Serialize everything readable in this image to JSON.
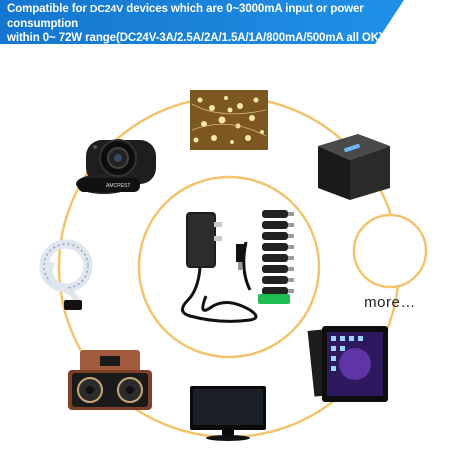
{
  "banner": {
    "line1_a": "Compatible for ",
    "line1_b": "DC24V",
    "line1_c": " devices which are 0~3000mA input or power consumption",
    "line2_a": "within 0~ 72W range(DC24V-3A/2.5A/2A/1.5A/1A/800mA/500mA all OK)"
  },
  "center": {
    "more_label": "more…"
  },
  "devices": [
    "fairy-lights",
    "security-camera",
    "bluetooth-speaker",
    "led-strip",
    "retro-speaker",
    "tablet",
    "monitor"
  ],
  "colors": {
    "banner": "#1b7fd6",
    "ring": "#f3c46b",
    "cable": "#111111"
  },
  "camera_brand": "AMCREST"
}
